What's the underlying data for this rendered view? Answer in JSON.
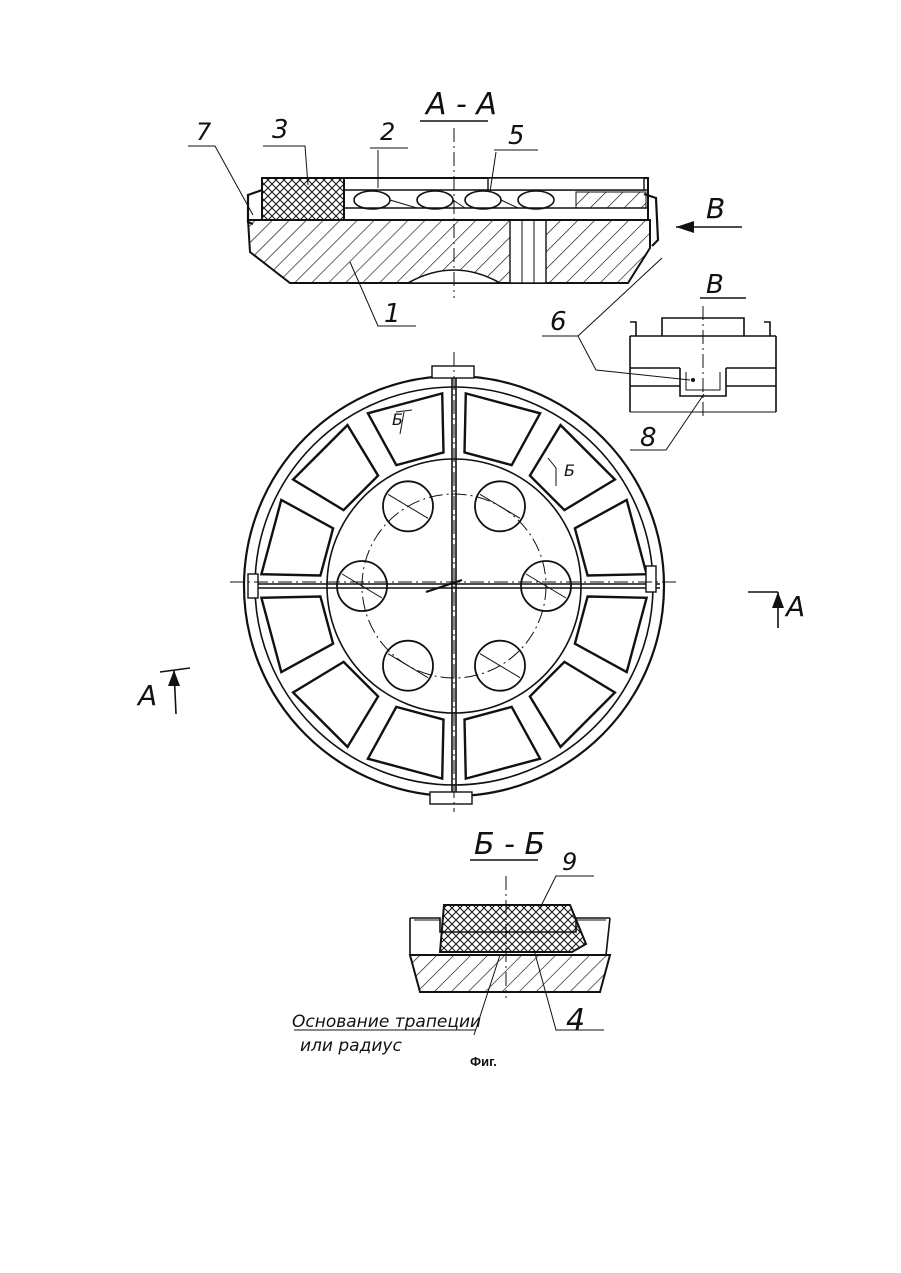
{
  "section_titles": {
    "aa": "А - А",
    "bb": "Б - Б",
    "v": "В"
  },
  "view_arrows": {
    "v_arrow": "В",
    "a_left": "А",
    "a_right": "А",
    "b_upper_left": "Б",
    "b_upper_right": "Б"
  },
  "callouts": {
    "c1": "1",
    "c2": "2",
    "c3": "3",
    "c4": "4",
    "c5": "5",
    "c6": "6",
    "c7": "7",
    "c8": "8",
    "c9": "9"
  },
  "annotation": {
    "line1": "Основание трапеции",
    "line2": "или радиус"
  },
  "figure_caption": "Фиг.",
  "colors": {
    "ink": "#111111",
    "paper": "#ffffff"
  }
}
